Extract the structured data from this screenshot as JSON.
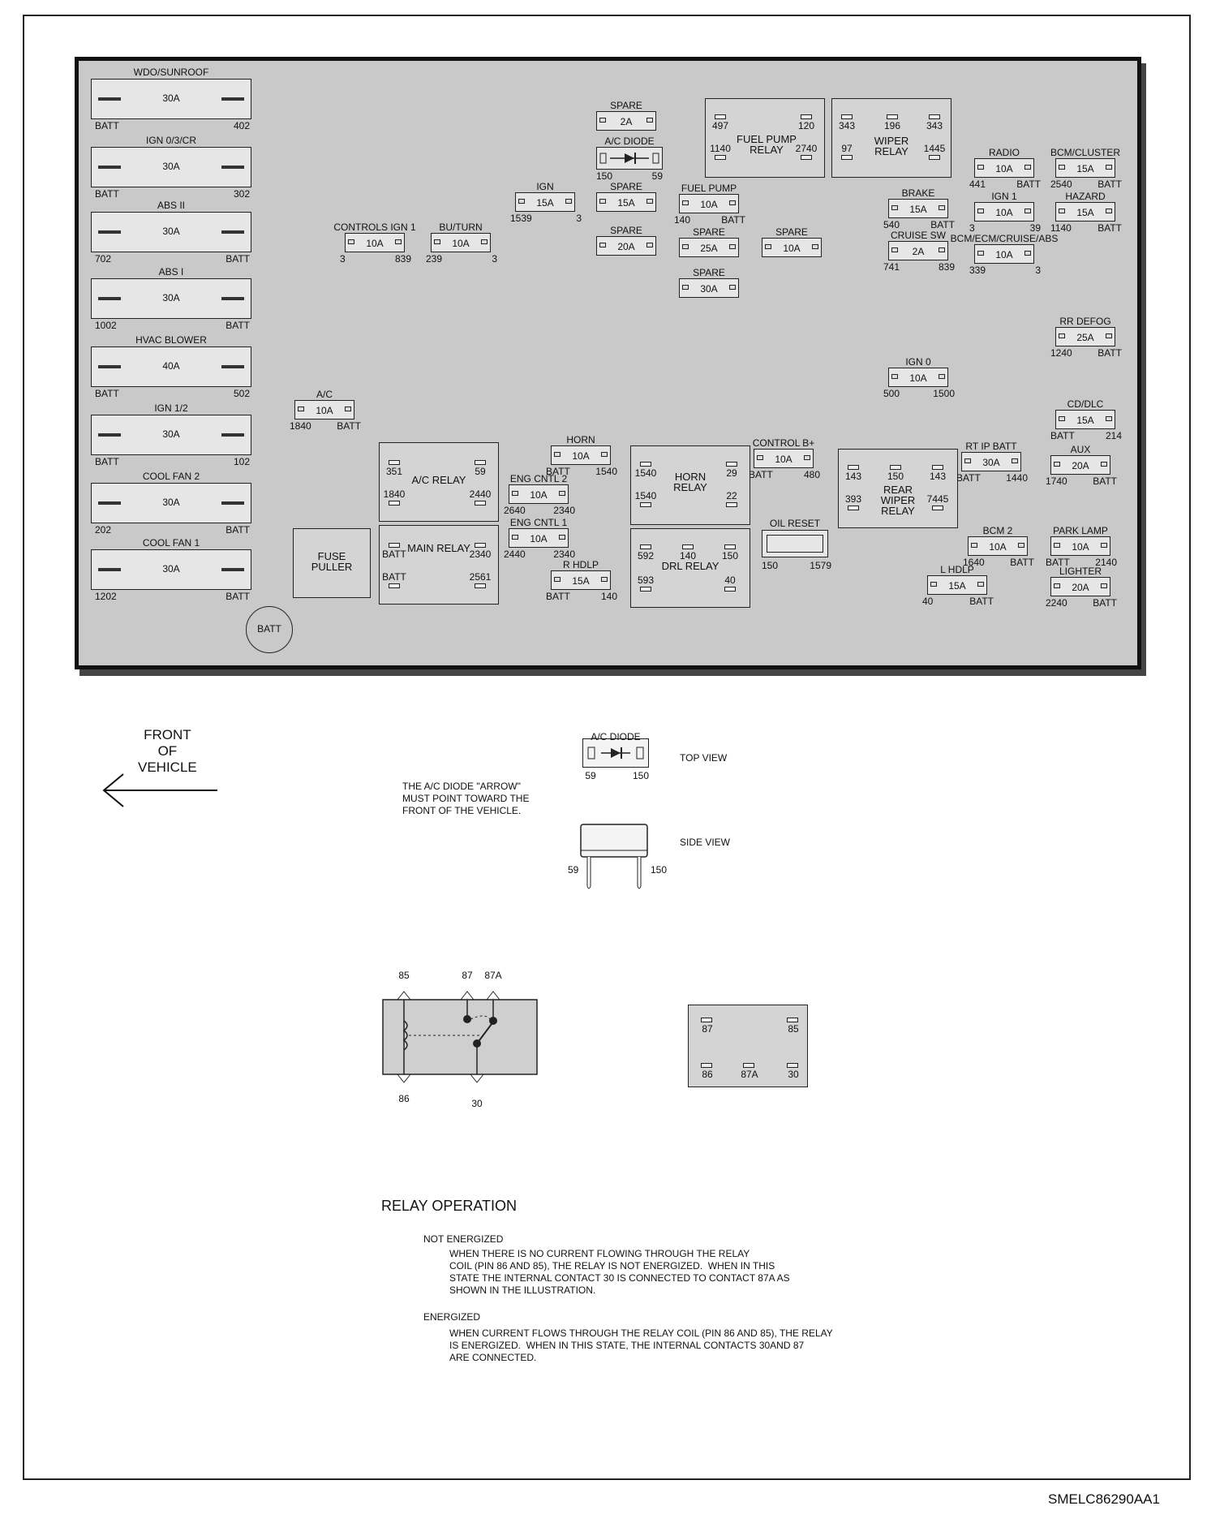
{
  "maxi_fuses": [
    {
      "name": "WDO/SUNROOF",
      "amp": "30A",
      "left": "BATT",
      "right": "402"
    },
    {
      "name": "IGN 0/3/CR",
      "amp": "30A",
      "left": "BATT",
      "right": "302"
    },
    {
      "name": "ABS II",
      "amp": "30A",
      "left": "702",
      "right": "BATT"
    },
    {
      "name": "ABS I",
      "amp": "30A",
      "left": "1002",
      "right": "BATT"
    },
    {
      "name": "HVAC BLOWER",
      "amp": "40A",
      "left": "BATT",
      "right": "502"
    },
    {
      "name": "IGN 1/2",
      "amp": "30A",
      "left": "BATT",
      "right": "102"
    },
    {
      "name": "COOL FAN 2",
      "amp": "30A",
      "left": "202",
      "right": "BATT"
    },
    {
      "name": "COOL FAN 1",
      "amp": "30A",
      "left": "1202",
      "right": "BATT"
    }
  ],
  "mini_fuses": [
    {
      "name": "SPARE",
      "amp": "2A",
      "left": "",
      "right": ""
    },
    {
      "name": "IGN",
      "amp": "15A",
      "left": "1539",
      "right": "3"
    },
    {
      "name": "SPARE",
      "amp": "15A",
      "left": "",
      "right": ""
    },
    {
      "name": "SPARE",
      "amp": "20A",
      "left": "",
      "right": ""
    },
    {
      "name": "FUEL PUMP",
      "amp": "10A",
      "left": "140",
      "right": "BATT"
    },
    {
      "name": "SPARE",
      "amp": "25A",
      "left": "",
      "right": ""
    },
    {
      "name": "SPARE",
      "amp": "10A",
      "left": "",
      "right": ""
    },
    {
      "name": "SPARE",
      "amp": "30A",
      "left": "",
      "right": ""
    },
    {
      "name": "CONTROLS IGN 1",
      "amp": "10A",
      "left": "3",
      "right": "839"
    },
    {
      "name": "BU/TURN",
      "amp": "10A",
      "left": "239",
      "right": "3"
    },
    {
      "name": "RADIO",
      "amp": "10A",
      "left": "441",
      "right": "BATT"
    },
    {
      "name": "BCM/CLUSTER",
      "amp": "15A",
      "left": "2540",
      "right": "BATT"
    },
    {
      "name": "BRAKE",
      "amp": "15A",
      "left": "540",
      "right": "BATT"
    },
    {
      "name": "IGN 1",
      "amp": "10A",
      "left": "3",
      "right": "39"
    },
    {
      "name": "HAZARD",
      "amp": "15A",
      "left": "1140",
      "right": "BATT"
    },
    {
      "name": "CRUISE SW",
      "amp": "2A",
      "left": "741",
      "right": "839"
    },
    {
      "name": "BCM/ECM/CRUISE/ABS",
      "amp": "10A",
      "left": "339",
      "right": "3"
    },
    {
      "name": "RR DEFOG",
      "amp": "25A",
      "left": "1240",
      "right": "BATT"
    },
    {
      "name": "IGN 0",
      "amp": "10A",
      "left": "500",
      "right": "1500"
    },
    {
      "name": "A/C",
      "amp": "10A",
      "left": "1840",
      "right": "BATT"
    },
    {
      "name": "HORN",
      "amp": "10A",
      "left": "BATT",
      "right": "1540"
    },
    {
      "name": "ENG CNTL 2",
      "amp": "10A",
      "left": "2640",
      "right": "2340"
    },
    {
      "name": "ENG CNTL 1",
      "amp": "10A",
      "left": "2440",
      "right": "2340"
    },
    {
      "name": "R HDLP",
      "amp": "15A",
      "left": "BATT",
      "right": "140"
    },
    {
      "name": "CONTROL B+",
      "amp": "10A",
      "left": "BATT",
      "right": "480"
    },
    {
      "name": "CD/DLC",
      "amp": "15A",
      "left": "BATT",
      "right": "214"
    },
    {
      "name": "RT IP BATT",
      "amp": "30A",
      "left": "BATT",
      "right": "1440"
    },
    {
      "name": "AUX",
      "amp": "20A",
      "left": "1740",
      "right": "BATT"
    },
    {
      "name": "BCM 2",
      "amp": "10A",
      "left": "1640",
      "right": "BATT"
    },
    {
      "name": "PARK LAMP",
      "amp": "10A",
      "left": "BATT",
      "right": "2140"
    },
    {
      "name": "L HDLP",
      "amp": "15A",
      "left": "40",
      "right": "BATT"
    },
    {
      "name": "LIGHTER",
      "amp": "20A",
      "left": "2240",
      "right": "BATT"
    }
  ],
  "relays": [
    {
      "name": "FUEL PUMP RELAY",
      "pins": [
        "497",
        "120",
        "1140",
        "2740"
      ]
    },
    {
      "name": "WIPER RELAY",
      "pins": [
        "343",
        "196",
        "343",
        "97",
        "1445"
      ]
    },
    {
      "name": "A/C RELAY",
      "pins": [
        "351",
        "59",
        "1840",
        "2440"
      ]
    },
    {
      "name": "MAIN RELAY",
      "pins": [
        "BATT",
        "2340",
        "BATT",
        "2561"
      ]
    },
    {
      "name": "HORN RELAY",
      "pins": [
        "1540",
        "29",
        "1540",
        "22"
      ]
    },
    {
      "name": "DRL RELAY",
      "pins": [
        "592",
        "140",
        "150",
        "593",
        "40"
      ]
    },
    {
      "name": "REAR WIPER RELAY",
      "pins": [
        "143",
        "150",
        "143",
        "393",
        "7445"
      ]
    }
  ],
  "ac_diode": {
    "name": "A/C DIODE",
    "left": "150",
    "right": "59"
  },
  "oil_reset": {
    "name": "OIL RESET",
    "left": "150",
    "right": "1579"
  },
  "fuse_puller": "FUSE PULLER",
  "batt_circle": "BATT",
  "front_label": "FRONT\nOF\nVEHICLE",
  "diode_note": "THE A/C DIODE \"ARROW\"\nMUST POINT TOWARD THE\nFRONT OF THE VEHICLE.",
  "diode_top": {
    "name": "A/C DIODE",
    "left": "59",
    "right": "150",
    "caption": "TOP VIEW"
  },
  "diode_side": {
    "left": "59",
    "right": "150",
    "caption": "SIDE VIEW"
  },
  "relay_schematic": {
    "pins": [
      "85",
      "87",
      "87A",
      "86",
      "30"
    ]
  },
  "relay_face": {
    "pins": [
      "87",
      "85",
      "86",
      "87A",
      "30"
    ]
  },
  "relay_operation": {
    "title": "RELAY OPERATION",
    "not_energized_head": "NOT ENERGIZED",
    "not_energized_body": "WHEN THERE IS NO CURRENT FLOWING THROUGH THE RELAY\nCOIL (PIN 86 AND 85), THE RELAY IS NOT ENERGIZED.  WHEN IN THIS\nSTATE THE INTERNAL CONTACT 30 IS CONNECTED TO CONTACT 87A AS\nSHOWN IN THE ILLUSTRATION.",
    "energized_head": "ENERGIZED",
    "energized_body": "WHEN CURRENT FLOWS THROUGH THE RELAY COIL (PIN 86 AND 85), THE RELAY\nIS ENERGIZED.  WHEN IN THIS STATE, THE INTERNAL CONTACTS 30AND 87\nARE CONNECTED."
  },
  "figure_code": "SMELC86290AA1"
}
